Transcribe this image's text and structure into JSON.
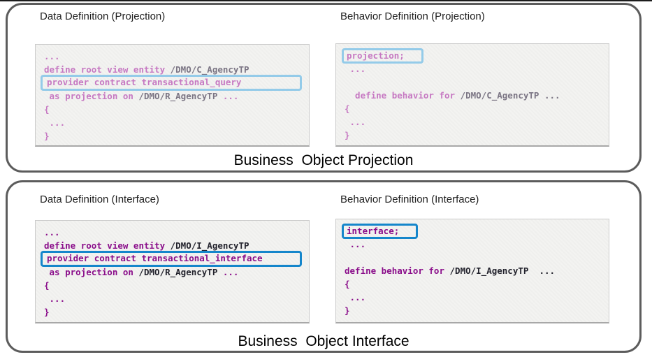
{
  "colors": {
    "top_rule": "#1c1c1c",
    "panel_border": "#5c5c5c",
    "code_bg": "#f3f3f1",
    "code_border": "#cbcbcb",
    "code_border_bottom": "#a8a8a8",
    "keyword_faded": "#c678c2",
    "identifier_faded": "#7b7584",
    "highlight_faded": "#94cbe9",
    "keyword_strong": "#8a0d8a",
    "identifier_strong": "#23232d",
    "highlight_strong": "#1586cb",
    "title_text": "#1f1f1f",
    "caption_text": "#000000"
  },
  "panels": [
    {
      "variant": "faded",
      "caption": "Business  Object Projection",
      "columns": [
        {
          "title": "Data Definition (Projection)",
          "code_lines": [
            {
              "segments": [
                {
                  "text": "...",
                  "style": "kw"
                }
              ]
            },
            {
              "segments": [
                {
                  "text": "define root view entity ",
                  "style": "kw"
                },
                {
                  "text": "/DMO/C_AgencyTP",
                  "style": "id"
                }
              ]
            },
            {
              "box": "full",
              "segments": [
                {
                  "text": "provider contract transactional_query",
                  "style": "kw"
                }
              ]
            },
            {
              "segments": [
                {
                  "text": " as projection on ",
                  "style": "kw"
                },
                {
                  "text": "/DMO/R_AgencyTP",
                  "style": "id"
                },
                {
                  "text": " ...",
                  "style": "kw"
                }
              ]
            },
            {
              "segments": [
                {
                  "text": "{",
                  "style": "kw"
                }
              ]
            },
            {
              "segments": [
                {
                  "text": " ...",
                  "style": "kw"
                }
              ]
            },
            {
              "segments": [
                {
                  "text": "}",
                  "style": "kw"
                }
              ]
            }
          ]
        },
        {
          "title": "Behavior Definition (Projection)",
          "code_lines": [
            {
              "box": "inline",
              "segments": [
                {
                  "text": "projection;",
                  "style": "kw"
                }
              ]
            },
            {
              "segments": [
                {
                  "text": " ...",
                  "style": "kw"
                }
              ]
            },
            {
              "segments": []
            },
            {
              "segments": [
                {
                  "text": "  define behavior for ",
                  "style": "kw"
                },
                {
                  "text": "/DMO/C_AgencyTP ...",
                  "style": "id"
                }
              ]
            },
            {
              "segments": [
                {
                  "text": "{",
                  "style": "kw"
                }
              ]
            },
            {
              "segments": [
                {
                  "text": " ...",
                  "style": "kw"
                }
              ]
            },
            {
              "segments": [
                {
                  "text": "}",
                  "style": "kw"
                }
              ]
            }
          ]
        }
      ]
    },
    {
      "variant": "strong",
      "caption": "Business  Object Interface",
      "columns": [
        {
          "title": "Data Definition (Interface)",
          "code_lines": [
            {
              "segments": [
                {
                  "text": "...",
                  "style": "kw"
                }
              ]
            },
            {
              "segments": [
                {
                  "text": "define root view entity ",
                  "style": "kw"
                },
                {
                  "text": "/DMO/I_AgencyTP",
                  "style": "id"
                }
              ]
            },
            {
              "box": "full",
              "segments": [
                {
                  "text": "provider contract transactional_interface",
                  "style": "kw"
                }
              ]
            },
            {
              "segments": [
                {
                  "text": " as projection on ",
                  "style": "kw"
                },
                {
                  "text": "/DMO/R_AgencyTP",
                  "style": "id"
                },
                {
                  "text": " ...",
                  "style": "kw"
                }
              ]
            },
            {
              "segments": [
                {
                  "text": "{",
                  "style": "kw"
                }
              ]
            },
            {
              "segments": [
                {
                  "text": " ...",
                  "style": "kw"
                }
              ]
            },
            {
              "segments": [
                {
                  "text": "}",
                  "style": "kw"
                }
              ]
            }
          ]
        },
        {
          "title": "Behavior Definition (Interface)",
          "code_lines": [
            {
              "box": "inline",
              "segments": [
                {
                  "text": "interface;",
                  "style": "kw"
                }
              ]
            },
            {
              "segments": [
                {
                  "text": " ...",
                  "style": "kw"
                }
              ]
            },
            {
              "segments": []
            },
            {
              "segments": [
                {
                  "text": "define behavior for ",
                  "style": "kw"
                },
                {
                  "text": "/DMO/I_AgencyTP  ...",
                  "style": "id"
                }
              ]
            },
            {
              "segments": [
                {
                  "text": "{",
                  "style": "kw"
                }
              ]
            },
            {
              "segments": [
                {
                  "text": " ...",
                  "style": "kw"
                }
              ]
            },
            {
              "segments": [
                {
                  "text": "}",
                  "style": "kw"
                }
              ]
            }
          ]
        }
      ]
    }
  ]
}
